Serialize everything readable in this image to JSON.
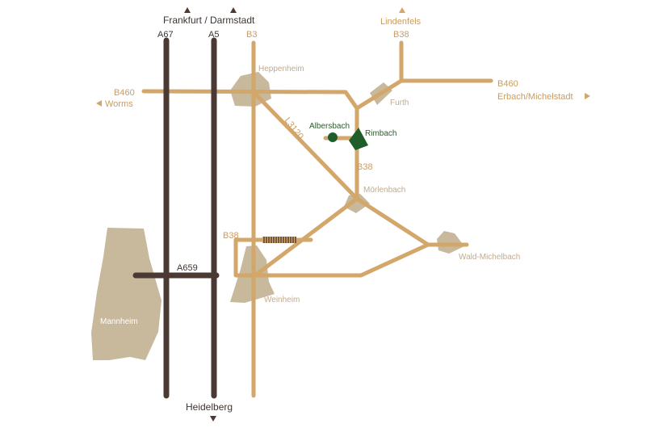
{
  "directions": {
    "north_top": "Frankfurt / Darmstadt",
    "south_bottom": "Heidelberg",
    "lindenfels": "Lindenfels",
    "west": "Worms",
    "east": "Erbach/Michelstadt"
  },
  "roads": {
    "a67": "A67",
    "a5": "A5",
    "b3": "B3",
    "b38_north": "B38",
    "b460_west": "B460",
    "b460_east": "B460",
    "l3120": "L3120",
    "b38_mid": "B38",
    "b38_west": "B38",
    "a659": "A659"
  },
  "towns": {
    "heppenheim": "Heppenheim",
    "furth": "Furth",
    "albersbach": "Albersbach",
    "rimbach": "Rimbach",
    "moerlenbach": "Mörlenbach",
    "wald_michelbach": "Wald-Michelbach",
    "weinheim": "Weinheim",
    "mannheim": "Mannheim"
  },
  "colors": {
    "b_road": "#d3a66a",
    "autobahn": "#4b3a33",
    "town": "#c8b89c",
    "highlight": "#1f5e2a"
  }
}
